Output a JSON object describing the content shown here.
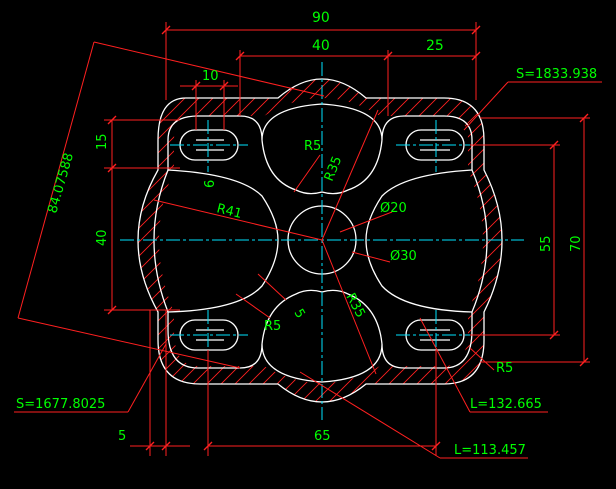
{
  "drawing": {
    "dimensions": {
      "overall_width": "90",
      "top_inner": "40",
      "top_right": "25",
      "slot_width": "10",
      "left_15": "15",
      "slot_6": "6",
      "left_40": "40",
      "diagonal": "84.07588",
      "bottom_5": "5",
      "bottom_65": "65",
      "right_55": "55",
      "right_70": "70",
      "inner_5": "5"
    },
    "radii": {
      "r5_top": "R5",
      "r35_top": "R35",
      "r41": "R41",
      "r5_bottom_left": "R5",
      "r35_bottom": "R35",
      "r5_bottom_right": "R5"
    },
    "diameters": {
      "phi20": "Ø20",
      "phi30": "Ø30"
    },
    "callouts": {
      "area_top": "S=1833.938",
      "area_bottom": "S=1677.8025",
      "length_1": "L=132.665",
      "length_2": "L=113.457"
    },
    "colors": {
      "background": "#000000",
      "outline": "#ffffff",
      "dimension_lines": "#ff2020",
      "dimension_text": "#00ff00",
      "centerlines": "#00e5ff"
    }
  }
}
